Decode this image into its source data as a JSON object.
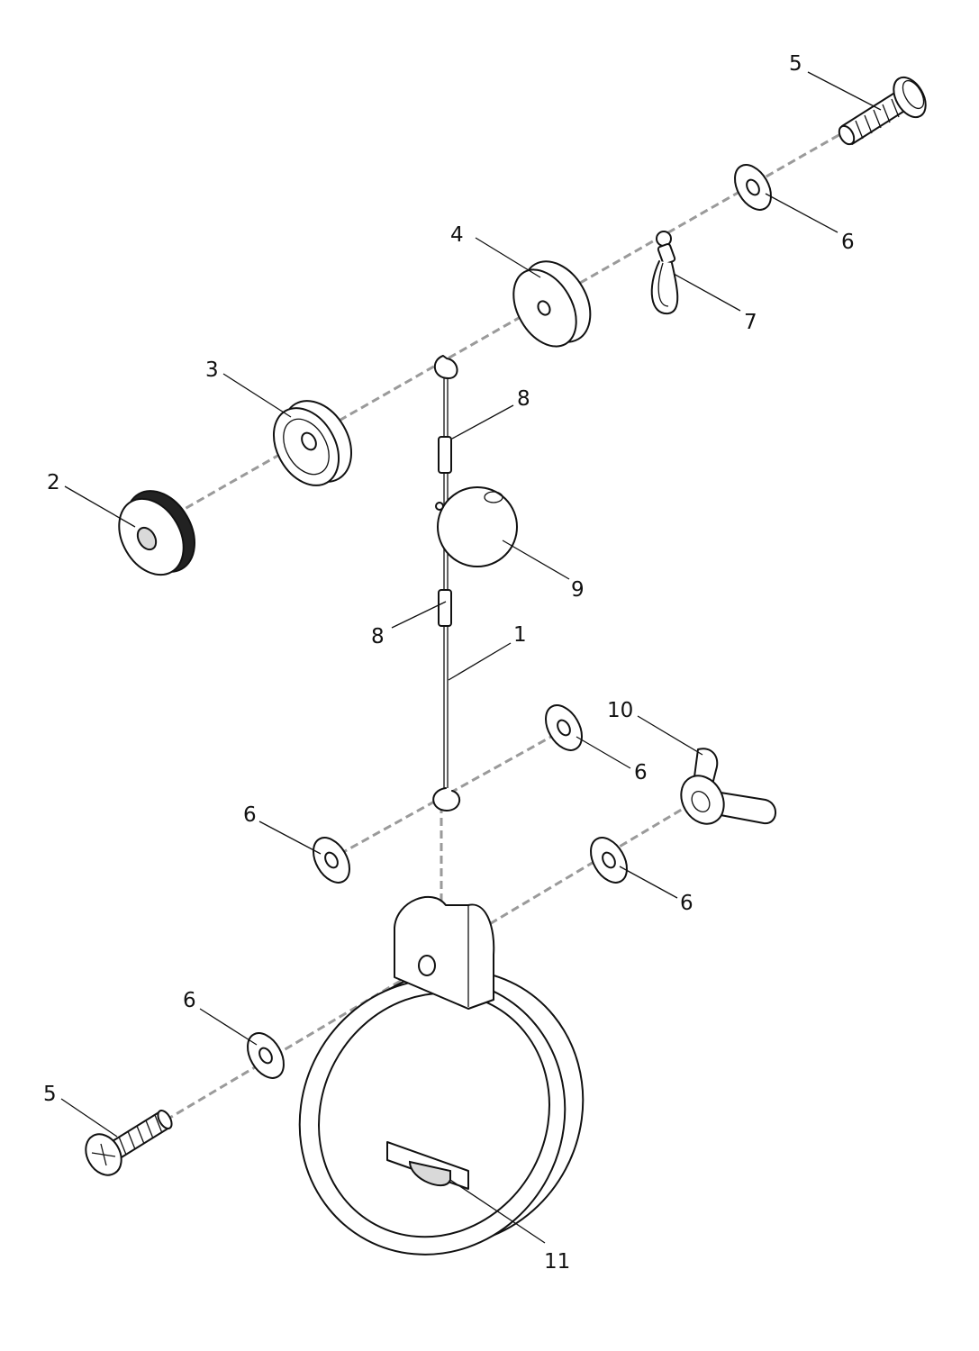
{
  "callouts": {
    "c1": "1",
    "c2": "2",
    "c3": "3",
    "c4": "4",
    "c5_top": "5",
    "c5_bottom": "5",
    "c6_top": "6",
    "c6_mid_right": "6",
    "c6_mid_left": "6",
    "c6_lower_right": "6",
    "c6_bottom": "6",
    "c7": "7",
    "c8_upper": "8",
    "c8_lower": "8",
    "c9": "9",
    "c10": "10",
    "c11": "11"
  },
  "icons": [
    "screw-icon",
    "washer-icon",
    "knurled-nut-icon",
    "magnet-icon",
    "snap-swivel-icon",
    "ball-weight-icon",
    "wing-nut-icon",
    "clamp-band-icon"
  ],
  "colors": {
    "line": "#111111",
    "axis": "#9a9a9a",
    "background": "#ffffff"
  }
}
